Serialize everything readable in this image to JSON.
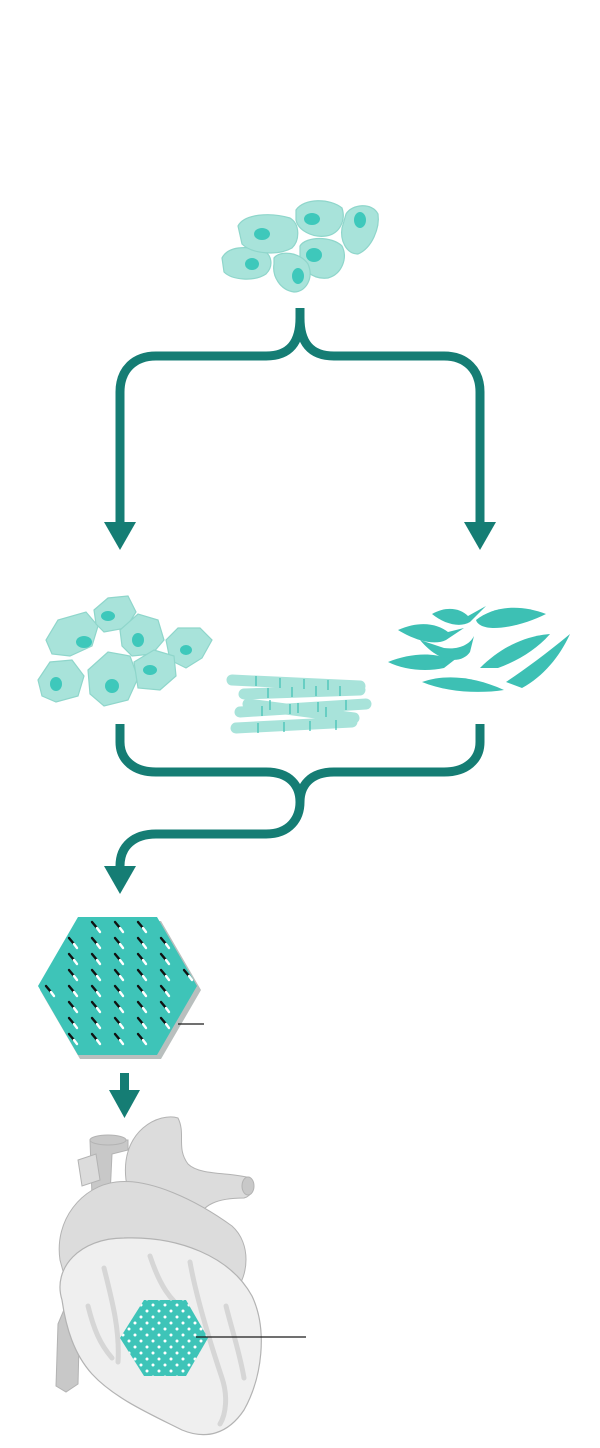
{
  "colors": {
    "arrow": "#157d74",
    "cell_light": "#a8e3da",
    "cell_light_stroke": "#8fd6cb",
    "nucleus": "#3ec8bb",
    "fibroblast": "#3dc0b4",
    "patch": "#3ec4b8",
    "patch_edge": "#b9bfbe",
    "heart_light": "#efefef",
    "heart_mid": "#dcdcdc",
    "heart_dark": "#c8c8c8",
    "heart_stroke": "#b3b3b3",
    "leader_line": "#1a1a1a"
  },
  "diagram": {
    "nodes": [
      {
        "id": "stem-cells",
        "icon": "stem-cell-cluster-icon"
      },
      {
        "id": "cardiomyocytes",
        "icon": "cardiomyocyte-cluster-icon"
      },
      {
        "id": "muscle-fibers",
        "icon": "muscle-fiber-bundle-icon"
      },
      {
        "id": "fibroblasts",
        "icon": "fibroblast-cluster-icon"
      },
      {
        "id": "tissue-patch",
        "icon": "hexagon-patch-icon"
      },
      {
        "id": "heart",
        "icon": "heart-icon"
      }
    ],
    "edges": [
      {
        "from": "stem-cells",
        "to": "cardiomyocytes"
      },
      {
        "from": "stem-cells",
        "to": "fibroblasts"
      },
      {
        "from": "cardiomyocytes",
        "to": "tissue-patch"
      },
      {
        "from": "fibroblasts",
        "to": "tissue-patch"
      },
      {
        "from": "tissue-patch",
        "to": "heart"
      }
    ],
    "callouts": [
      {
        "target": "tissue-patch",
        "label": ""
      },
      {
        "target": "heart",
        "label": ""
      }
    ]
  }
}
